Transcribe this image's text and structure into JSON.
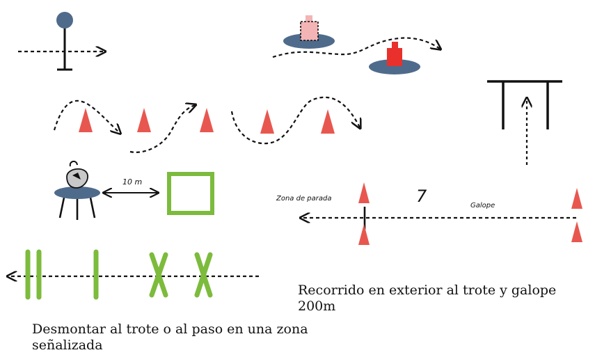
{
  "labels": {
    "distance": "10 m",
    "stop_zone": "Zona de parada",
    "gallop": "Galope",
    "number": "7"
  },
  "captions": {
    "exterior": "Recorrido en exterior al trote y  galope 200m",
    "dismount": "Desmontar al trote o al paso en una zona señalizada"
  },
  "colors": {
    "cone": "#e8574f",
    "pole": "#7cbb3c",
    "disc": "#4f6b8c",
    "jug": "#e9302c",
    "jug_light": "#f3b4b5",
    "ink": "#111111"
  }
}
